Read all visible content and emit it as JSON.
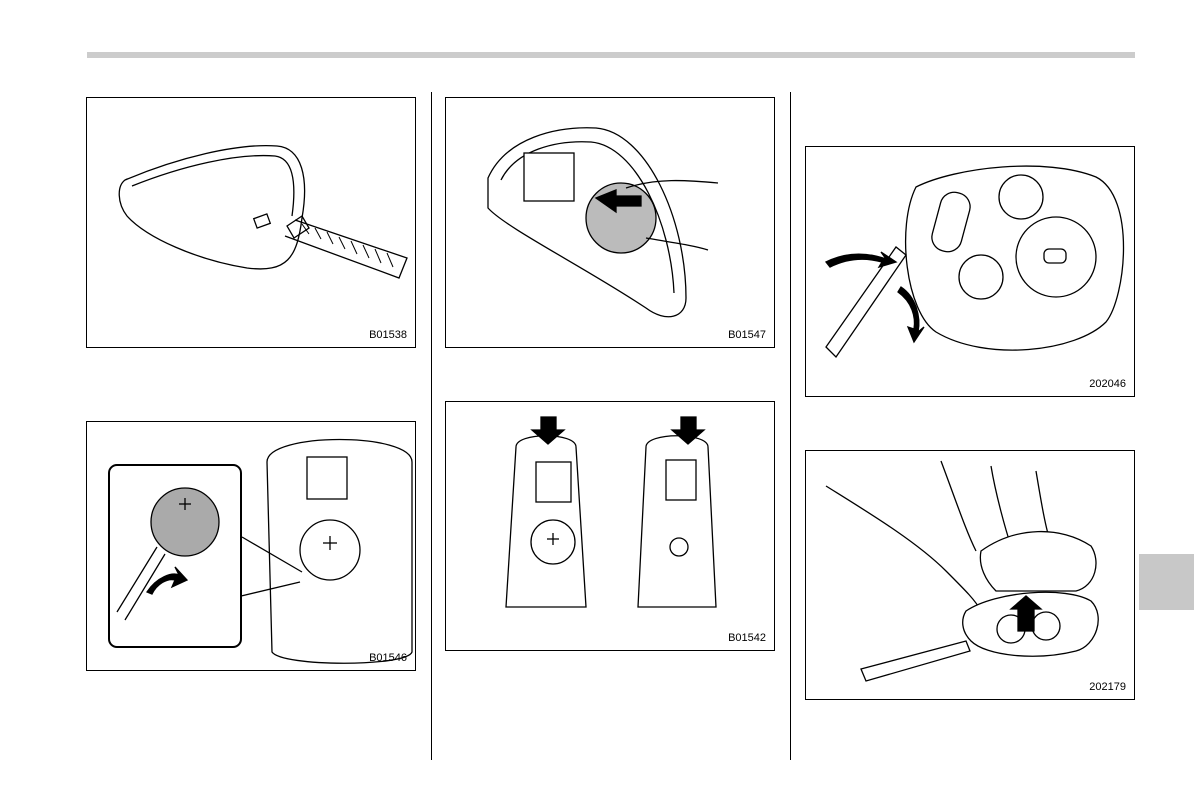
{
  "figures": [
    {
      "code": "B01538",
      "subject": "key-fob-with-tape"
    },
    {
      "code": "B01547",
      "subject": "battery-insertion"
    },
    {
      "code": "B01546",
      "subject": "battery-removal-detail"
    },
    {
      "code": "B01542",
      "subject": "case-halves-press"
    },
    {
      "code": "202046",
      "subject": "key-pry-open"
    },
    {
      "code": "202179",
      "subject": "key-lift-cover"
    }
  ],
  "colors": {
    "rule": "#cccccc",
    "tab": "#c8c8c8",
    "battery_fill": "#aaaaaa",
    "ink": "#000000"
  }
}
